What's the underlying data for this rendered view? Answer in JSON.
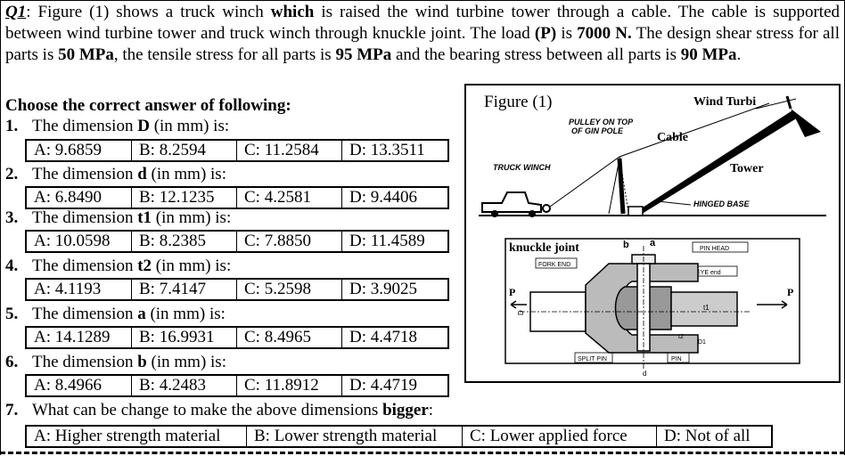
{
  "intro": {
    "q_label": "Q1",
    "t1": ": Figure (1) shows a truck winch ",
    "t2": "which",
    "t3": " is raised the wind turbine tower through a cable. The cable is supported between wind turbine tower and truck winch through knuckle joint. The load ",
    "load": "(P)",
    "t4": " is ",
    "load_val": "7000 N.",
    "t5": " The design shear stress for all parts is ",
    "shear": "50 MPa",
    "t6": ", the tensile stress for all parts is ",
    "tensile": "95 MPa",
    "t7": " and the bearing stress between all parts is ",
    "bearing": "90 MPa",
    "t8": "."
  },
  "choose": "Choose the correct answer of following:",
  "questions": [
    {
      "num": "1.",
      "pre": "The dimension ",
      "sym": "D",
      "post": " (in mm) is:",
      "options": [
        "A: 9.6859",
        "B: 8.2594",
        "C: 11.2584",
        "D: 13.3511"
      ]
    },
    {
      "num": "2.",
      "pre": "The dimension ",
      "sym": "d",
      "post": " (in mm) is:",
      "options": [
        "A: 6.8490",
        "B: 12.1235",
        "C: 4.2581",
        "D: 9.4406"
      ]
    },
    {
      "num": "3.",
      "pre": "The dimension ",
      "sym": "t1",
      "post": " (in mm) is:",
      "options": [
        "A: 10.0598",
        "B: 8.2385",
        "C: 7.8850",
        "D: 11.4589"
      ]
    },
    {
      "num": "4.",
      "pre": "The dimension ",
      "sym": "t2",
      "post": " (in mm) is:",
      "options": [
        "A: 4.1193",
        "B: 7.4147",
        "C: 5.2598",
        "D: 3.9025"
      ]
    },
    {
      "num": "5.",
      "pre": "The dimension ",
      "sym": "a",
      "post": " (in mm) is:",
      "options": [
        "A: 14.1289",
        "B: 16.9931",
        "C: 8.4965",
        "D: 4.4718"
      ]
    },
    {
      "num": "6.",
      "pre": "The dimension ",
      "sym": "b",
      "post": " (in mm) is:",
      "options": [
        "A: 8.4966",
        "B: 4.2483",
        "C: 11.8912",
        "D: 4.4719"
      ]
    },
    {
      "num": "7.",
      "pre": "What can be change to make the above dimensions ",
      "sym": "bigger",
      "post": ":",
      "options": [
        "A: Higher strength material",
        "B: Lower strength material",
        "C: Lower applied force",
        "D: Not of all"
      ]
    }
  ],
  "figure": {
    "title": "Figure (1)",
    "wind_turbine": "Wind Turbi",
    "pulley1": "PULLEY ON TOP",
    "pulley2": "OF GIN POLE",
    "cable": "Cable",
    "truck_winch": "TRUCK WINCH",
    "tower": "Tower",
    "hinged_base": "HINGED BASE",
    "knuckle_joint": "knuckle joint",
    "fork_end": "FORK END",
    "pin_head": "PIN HEAD",
    "eye_end": "EYE end",
    "split_pin": "SPLIT PIN",
    "pin": "PIN",
    "P": "P",
    "a": "a",
    "b": "b",
    "t1": "t1",
    "t2": "t2",
    "D": "D",
    "D1": "D1",
    "d": "d"
  }
}
